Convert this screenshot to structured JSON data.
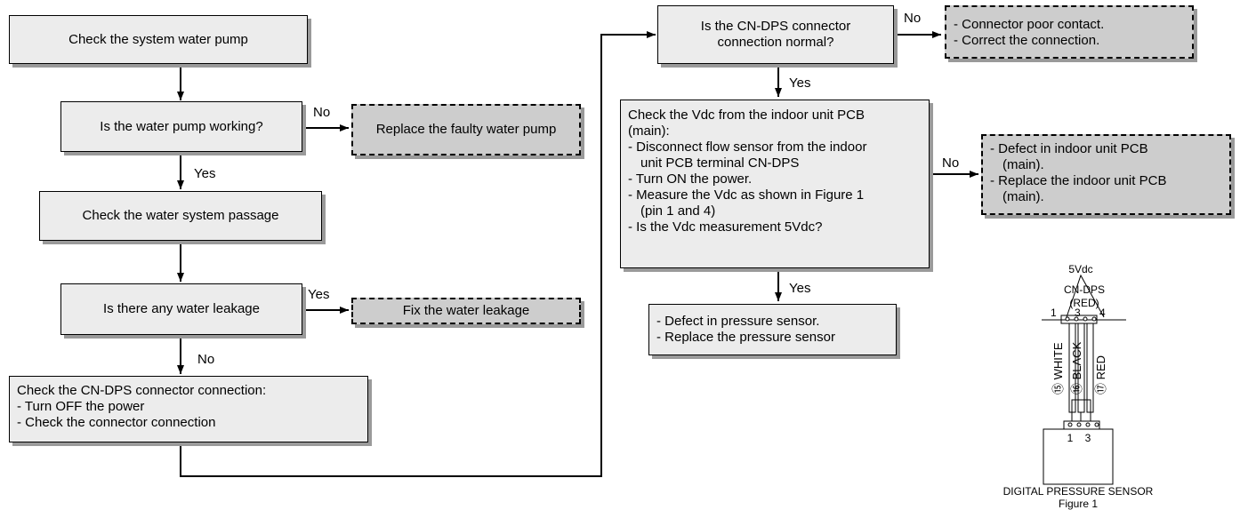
{
  "flow": {
    "check_pump": "Check the system water pump",
    "pump_working_q": "Is the water pump working?",
    "replace_pump": "Replace the faulty water pump",
    "check_passage": "Check the water system passage",
    "leakage_q": "Is there any water leakage",
    "fix_leakage": "Fix the water leakage",
    "check_connector": {
      "title": "Check the CN-DPS connector connection:",
      "steps": [
        "- Turn OFF the power",
        "- Check the connector connection"
      ]
    },
    "connector_normal_q": [
      "Is the CN-DPS connector",
      "connection normal?"
    ],
    "connector_poor": [
      "- Connector poor contact.",
      "- Correct the connection."
    ],
    "check_vdc": {
      "title": [
        "Check the Vdc from the indoor unit PCB",
        "(main):"
      ],
      "step1": [
        "- Disconnect flow sensor from the indoor",
        "unit PCB terminal CN-DPS"
      ],
      "step2": "- Turn ON the power.",
      "step3": [
        "- Measure the Vdc as shown in Figure 1",
        "(pin 1 and 4)"
      ],
      "step4": "- Is the Vdc measurement 5Vdc?"
    },
    "pcb_defect": [
      "- Defect in indoor unit PCB",
      "(main).",
      "- Replace the indoor unit PCB",
      "(main)."
    ],
    "pressure_defect": [
      "- Defect in pressure sensor.",
      "- Replace the pressure sensor"
    ]
  },
  "labels": {
    "yes": "Yes",
    "no": "No"
  },
  "figure": {
    "voltage": "5Vdc",
    "connector": "CN-DPS",
    "connector_color": "(RED)",
    "pins_top": [
      "1",
      "3",
      "4"
    ],
    "wires": [
      "⑮ WHITE",
      "⑯ BLACK",
      "⑰ RED"
    ],
    "pins_bottom": [
      "1",
      "3"
    ],
    "sensor_name": "DIGITAL PRESSURE SENSOR",
    "caption": "Figure 1"
  }
}
